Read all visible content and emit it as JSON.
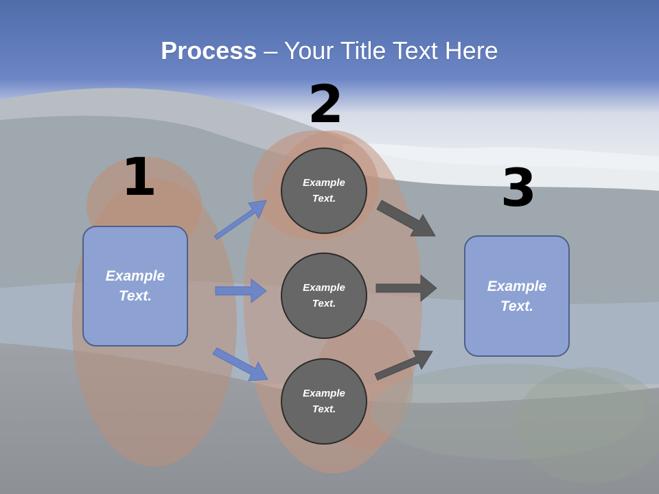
{
  "slide": {
    "title_bold": "Process",
    "title_rest": " – Your Title Text Here"
  },
  "steps": {
    "one": "1",
    "two": "2",
    "three": "3"
  },
  "nodes": {
    "left_box": "Example Text.",
    "top_circle": "Example Text.",
    "middle_circle": "Example Text.",
    "bottom_circle": "Example Text.",
    "right_box": "Example Text."
  },
  "colors": {
    "box_fill": "#8da2d3",
    "circle_fill": "#676767",
    "blue_arrow": "#6d86c7",
    "gray_arrow": "#595959"
  }
}
